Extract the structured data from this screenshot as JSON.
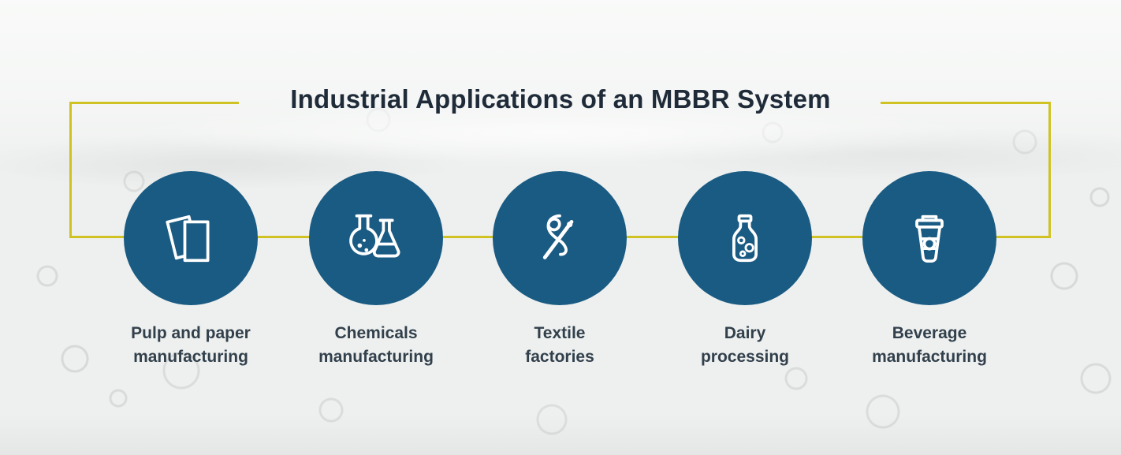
{
  "title": "Industrial Applications of an MBBR System",
  "colors": {
    "background": "#eef0ef",
    "circle": "#1a5b83",
    "accent_line": "#cfc222",
    "title_text": "#1f2b39",
    "label_text": "#32404c",
    "icon_stroke": "#ffffff"
  },
  "items": [
    {
      "id": "pulp-paper",
      "icon": "paper-sheets-icon",
      "label_line1": "Pulp and paper",
      "label_line2": "manufacturing"
    },
    {
      "id": "chemicals",
      "icon": "chemical-flasks-icon",
      "label_line1": "Chemicals",
      "label_line2": "manufacturing"
    },
    {
      "id": "textile",
      "icon": "needle-thread-icon",
      "label_line1": "Textile",
      "label_line2": "factories"
    },
    {
      "id": "dairy",
      "icon": "milk-bottle-icon",
      "label_line1": "Dairy",
      "label_line2": "processing"
    },
    {
      "id": "beverage",
      "icon": "coffee-cup-icon",
      "label_line1": "Beverage",
      "label_line2": "manufacturing"
    }
  ]
}
